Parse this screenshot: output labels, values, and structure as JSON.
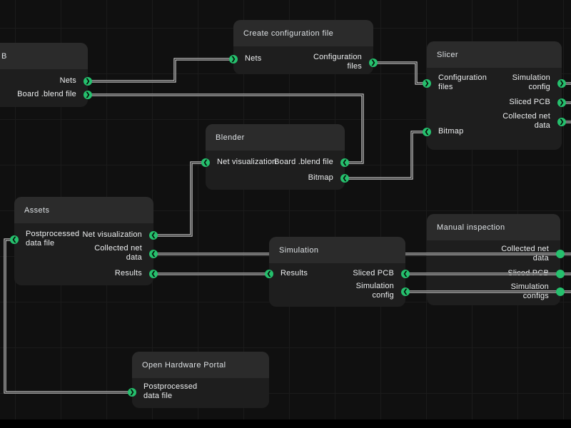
{
  "app": {
    "background": "#101010",
    "grid_line": "#1b1b1b",
    "node_body": "#1e1e1e",
    "node_header": "#2b2b2b",
    "edge_color": "#e0e0e0",
    "port_color": "#25c06d",
    "text_color": "#edeff0",
    "bottom_bar_color": "#000000",
    "icons": {
      "chevron_right": "❯",
      "chevron_left": "❮"
    }
  },
  "nodes": [
    {
      "id": "pcb",
      "title": "B",
      "ports": [
        {
          "label": "Nets"
        },
        {
          "label": "Board .blend file"
        }
      ]
    },
    {
      "id": "create-configuration-file",
      "title": "Create configuration file",
      "ports": [
        {
          "label": "Nets"
        },
        {
          "label": "Configuration\nfiles"
        }
      ]
    },
    {
      "id": "slicer",
      "title": "Slicer",
      "ports": [
        {
          "label": "Configuration\nfiles"
        },
        {
          "label": "Bitmap"
        },
        {
          "label": "Simulation\nconfig"
        },
        {
          "label": "Sliced PCB"
        },
        {
          "label": "Collected net\ndata"
        }
      ]
    },
    {
      "id": "blender",
      "title": "Blender",
      "ports": [
        {
          "label": "Net visualization"
        },
        {
          "label": "Board .blend file"
        },
        {
          "label": "Bitmap"
        }
      ]
    },
    {
      "id": "assets",
      "title": "Assets",
      "ports": [
        {
          "label": "Postprocessed\ndata file"
        },
        {
          "label": "Net visualization"
        },
        {
          "label": "Collected net\ndata"
        },
        {
          "label": "Results"
        }
      ]
    },
    {
      "id": "simulation",
      "title": "Simulation",
      "ports": [
        {
          "label": "Results"
        },
        {
          "label": "Sliced PCB"
        },
        {
          "label": "Simulation\nconfig"
        }
      ]
    },
    {
      "id": "manual-inspection",
      "title": "Manual inspection",
      "ports": [
        {
          "label": "Collected net\ndata"
        },
        {
          "label": "Sliced PCB"
        },
        {
          "label": "Simulation\nconfigs"
        }
      ]
    },
    {
      "id": "open-hardware-portal",
      "title": "Open Hardware Portal",
      "ports": [
        {
          "label": "Postprocessed\ndata file"
        }
      ]
    }
  ],
  "edges": [
    {
      "from": "B.Nets",
      "to": "Create configuration file.Nets"
    },
    {
      "from": "B.Board .blend file",
      "to": "Blender.Board .blend file"
    },
    {
      "from": "Create configuration file.Configuration files",
      "to": "Slicer.Configuration files"
    },
    {
      "from": "Slicer.Bitmap",
      "to": "Blender.Bitmap"
    },
    {
      "from": "Blender.Net visualization",
      "to": "Assets.Net visualization"
    },
    {
      "from": "Manual inspection.Collected net data",
      "to": "Assets.Collected net data"
    },
    {
      "from": "Simulation.Results",
      "to": "Assets.Results"
    },
    {
      "from": "Manual inspection.Sliced PCB",
      "to": "Simulation.Sliced PCB"
    },
    {
      "from": "Manual inspection.Simulation configs",
      "to": "Simulation.Simulation config"
    },
    {
      "from": "Assets.Postprocessed data file",
      "to": "Open Hardware Portal.Postprocessed data file"
    },
    {
      "from": "Slicer.Simulation config",
      "to": "offscreen-right"
    },
    {
      "from": "Slicer.Sliced PCB",
      "to": "offscreen-right"
    },
    {
      "from": "Slicer.Collected net data",
      "to": "offscreen-right"
    },
    {
      "from": "Manual inspection.Collected net data",
      "to": "offscreen-right"
    },
    {
      "from": "Manual inspection.Sliced PCB",
      "to": "offscreen-right"
    },
    {
      "from": "Manual inspection.Simulation configs",
      "to": "offscreen-right"
    }
  ]
}
